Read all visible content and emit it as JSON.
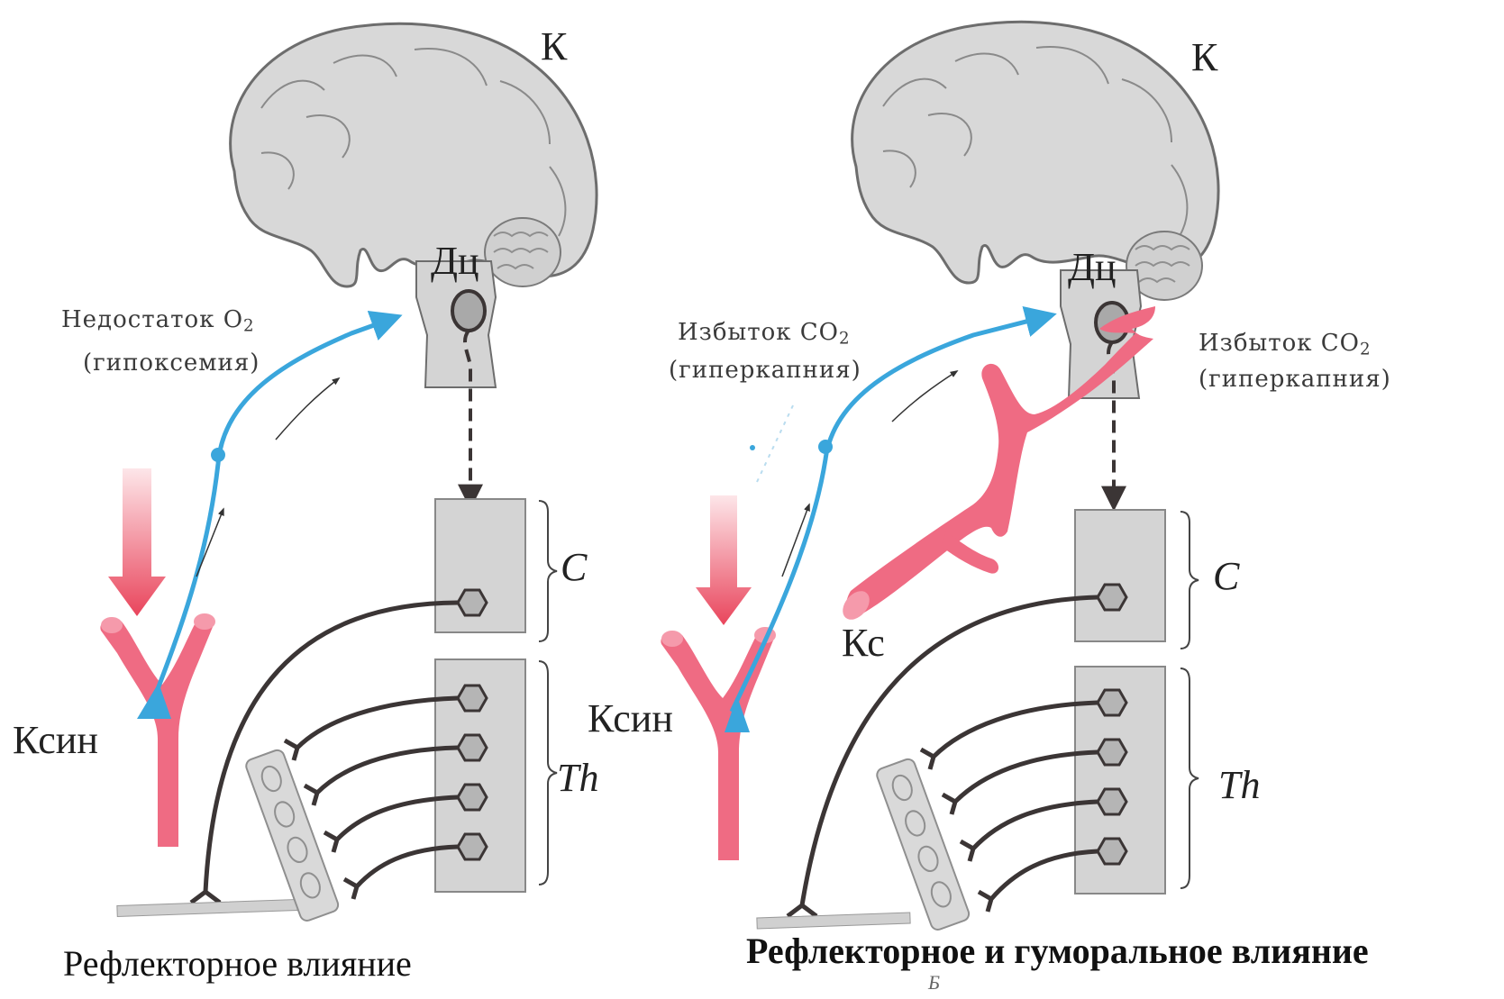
{
  "colors": {
    "brain_fill": "#d8d8d8",
    "brain_stroke": "#6d6d6d",
    "spine_fill": "#d4d4d4",
    "nerve": "#3b3535",
    "afferent": "#3aa6dc",
    "vessel": "#ef6b83",
    "arrow_gradient_top": "#fde3e6",
    "arrow_gradient_bottom": "#e9455c"
  },
  "left": {
    "cortex_label": "К",
    "center_label": "Дц",
    "stimulus_line1_prefix": "Недостаток O",
    "stimulus_line1_sub": "2",
    "stimulus_line2": "(гипоксемия)",
    "sinus_label": "Ксин",
    "cervical_label": "C",
    "thoracic_label": "Th",
    "caption": "Рефлекторное влияние"
  },
  "right": {
    "cortex_label": "К",
    "center_label": "Дц",
    "stimulus_a_line1_prefix": "Избыток CO",
    "stimulus_a_line1_sub": "2",
    "stimulus_a_line2": "(гиперкапния)",
    "stimulus_b_line1_prefix": "Избыток CO",
    "stimulus_b_line1_sub": "2",
    "stimulus_b_line2": "(гиперкапния)",
    "vessel_label": "Кс",
    "sinus_label": "Ксин",
    "cervical_label": "C",
    "thoracic_label": "Th",
    "caption": "Рефлекторное и гуморальное влияние",
    "panel_letter": "Б"
  }
}
